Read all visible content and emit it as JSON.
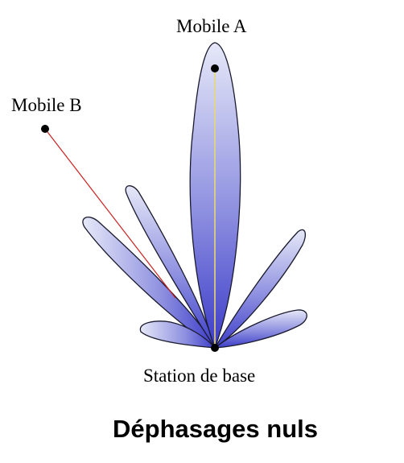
{
  "labels": {
    "mobile_a": "Mobile A",
    "mobile_b": "Mobile B",
    "base_station": "Station de base"
  },
  "caption": "Déphasages nuls",
  "colors": {
    "lobe_light": "#e6e8f8",
    "lobe_dark": "#3c3cc8",
    "outline": "#1a1a2e",
    "path_a": "#e8d870",
    "path_b": "#cc2222",
    "dots": "#000000"
  }
}
